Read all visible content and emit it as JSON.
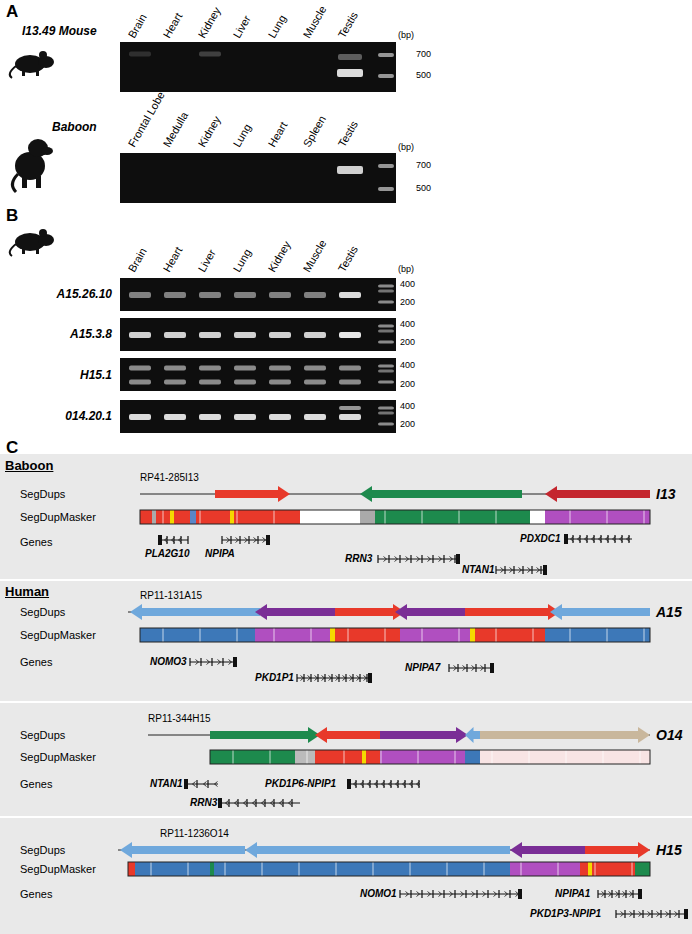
{
  "diagram": {
    "labels": [
      "A",
      "I13.49 Mouse",
      "Brain",
      "Heart",
      "Kidney",
      "Liver",
      "Lung",
      "Muscle",
      "Testis",
      "(bp)",
      "700",
      "500",
      "Baboon",
      "Frontal Lobe",
      "Medulla",
      "Kidney",
      "Lung",
      "Heart",
      "Spleen",
      "Testis",
      "(bp)",
      "700",
      "500",
      "B",
      "Brain",
      "Heart",
      "Liver",
      "Lung",
      "Kidney",
      "Muscle",
      "Testis",
      "(bp)",
      "A15.26.10",
      "400",
      "200",
      "A15.3.8",
      "400",
      "200",
      "H15.1",
      "400",
      "200",
      "014.20.1",
      "400",
      "200",
      "C",
      "Baboon",
      "SegDups",
      "SegDupMasker",
      "Genes",
      "RP41-285I13",
      "I13",
      "PLA2G10",
      "NPIPA",
      "RRN3",
      "PDXDC1",
      "NTAN1",
      "Human",
      "SegDups",
      "SegDupMasker",
      "Genes",
      "RP11-131A15",
      "A15",
      "NOMO3",
      "PKD1P1",
      "NPIPA7",
      "SegDups",
      "SegDupMasker",
      "Genes",
      "RP11-344H15",
      "O14",
      "NTAN1",
      "PKD1P6-NPIP1",
      "RRN3",
      "SegDups",
      "SegDupMasker",
      "Genes",
      "RP11-1236O14",
      "H15",
      "NOMO1",
      "NPIPA1",
      "PKD1P3-NPIP1"
    ]
  }
}
